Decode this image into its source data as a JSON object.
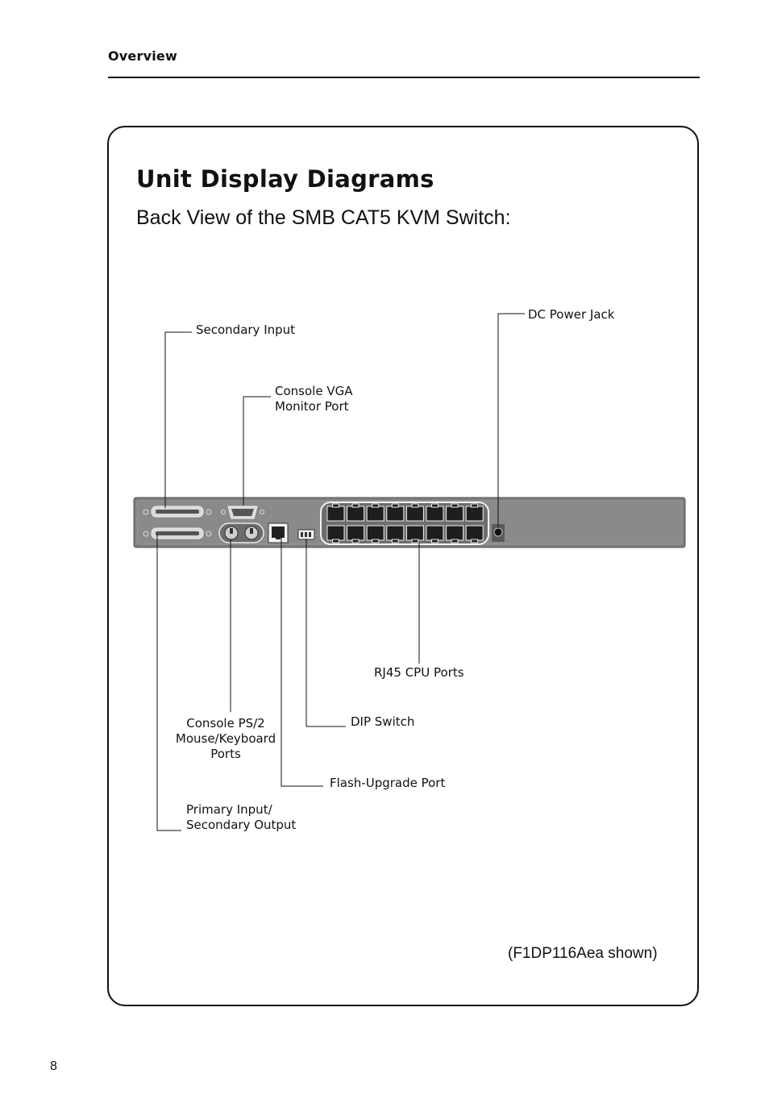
{
  "header": {
    "section": "Overview"
  },
  "card": {
    "title": "Unit Display Diagrams",
    "subtitle": "Back View of the SMB CAT5 KVM Switch:",
    "caption": "(F1DP116Aea shown)"
  },
  "diagram": {
    "labels": {
      "secondary_input": "Secondary Input",
      "console_vga_line1": "Console VGA",
      "console_vga_line2": "Monitor Port",
      "dc_power_jack": "DC Power Jack",
      "rj45_cpu_ports": "RJ45 CPU Ports",
      "dip_switch": "DIP Switch",
      "console_ps2_line1": "Console PS/2",
      "console_ps2_line2": "Mouse/Keyboard",
      "console_ps2_line3": "Ports",
      "flash_upgrade_port": "Flash-Upgrade Port",
      "primary_input_line1": "Primary Input/",
      "primary_input_line2": "Secondary Output"
    },
    "rj45_port_count": 16
  },
  "footer": {
    "page_number": "8"
  }
}
